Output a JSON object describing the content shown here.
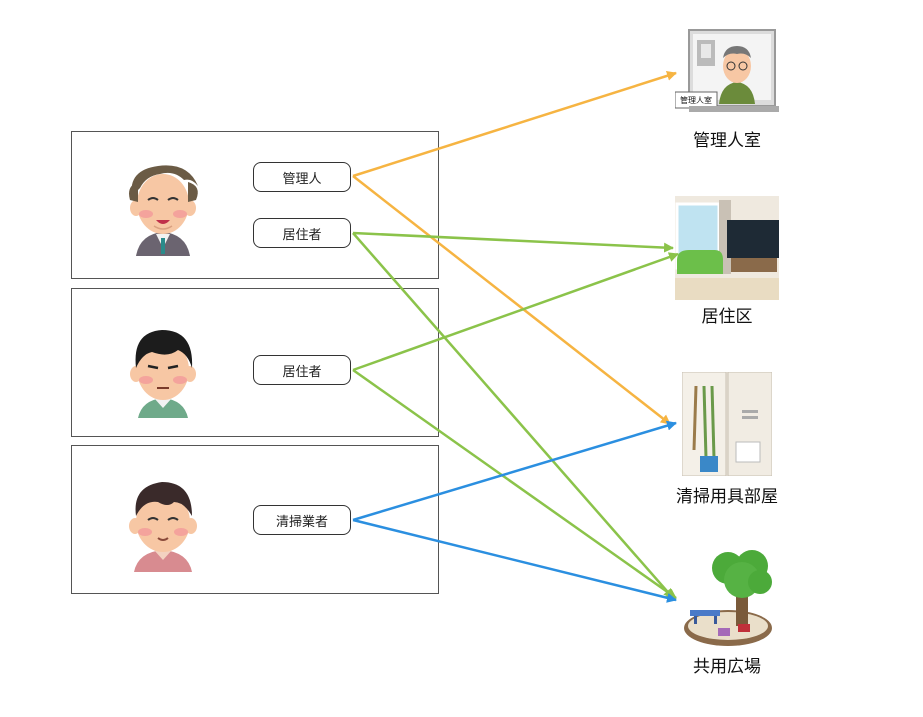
{
  "roles": {
    "manager": "管理人",
    "resident1": "居住者",
    "resident2": "居住者",
    "cleaner": "清掃業者"
  },
  "places": {
    "manager_room": "管理人室",
    "residential_area": "居住区",
    "cleaning_room": "清掃用具部屋",
    "common_plaza": "共用広場"
  },
  "manager_room_sign": "管理人室",
  "colors": {
    "manager_arrows": "#f6b442",
    "resident_arrows": "#8bc34a",
    "cleaner_arrows": "#2b8fe0"
  },
  "connections": [
    {
      "from": "管理人",
      "to": "管理人室",
      "color": "orange"
    },
    {
      "from": "管理人",
      "to": "清掃用具部屋",
      "color": "orange"
    },
    {
      "from": "居住者",
      "to": "居住区",
      "color": "green"
    },
    {
      "from": "居住者",
      "to": "共用広場",
      "color": "green"
    },
    {
      "from": "居住者",
      "to": "居住区",
      "color": "green"
    },
    {
      "from": "居住者",
      "to": "共用広場",
      "color": "green"
    },
    {
      "from": "清掃業者",
      "to": "清掃用具部屋",
      "color": "blue"
    },
    {
      "from": "清掃業者",
      "to": "共用広場",
      "color": "blue"
    }
  ]
}
